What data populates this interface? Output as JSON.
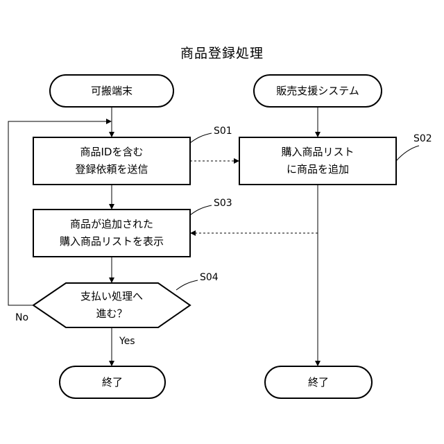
{
  "title": "商品登録処理",
  "nodes": {
    "terminal_left_start": {
      "lines": [
        "可搬端末"
      ]
    },
    "terminal_right_start": {
      "lines": [
        "販売支援システム"
      ]
    },
    "s01": {
      "label": "S01",
      "lines": [
        "商品IDを含む",
        "登録依頼を送信"
      ]
    },
    "s02": {
      "label": "S02",
      "lines": [
        "購入商品リスト",
        "に商品を追加"
      ]
    },
    "s03": {
      "label": "S03",
      "lines": [
        "商品が追加された",
        "購入商品リストを表示"
      ]
    },
    "s04": {
      "label": "S04",
      "lines": [
        "支払い処理へ",
        "進む？"
      ]
    },
    "terminal_left_end": {
      "lines": [
        "終了"
      ]
    },
    "terminal_right_end": {
      "lines": [
        "終了"
      ]
    }
  },
  "edges": {
    "no_label": "No",
    "yes_label": "Yes"
  }
}
